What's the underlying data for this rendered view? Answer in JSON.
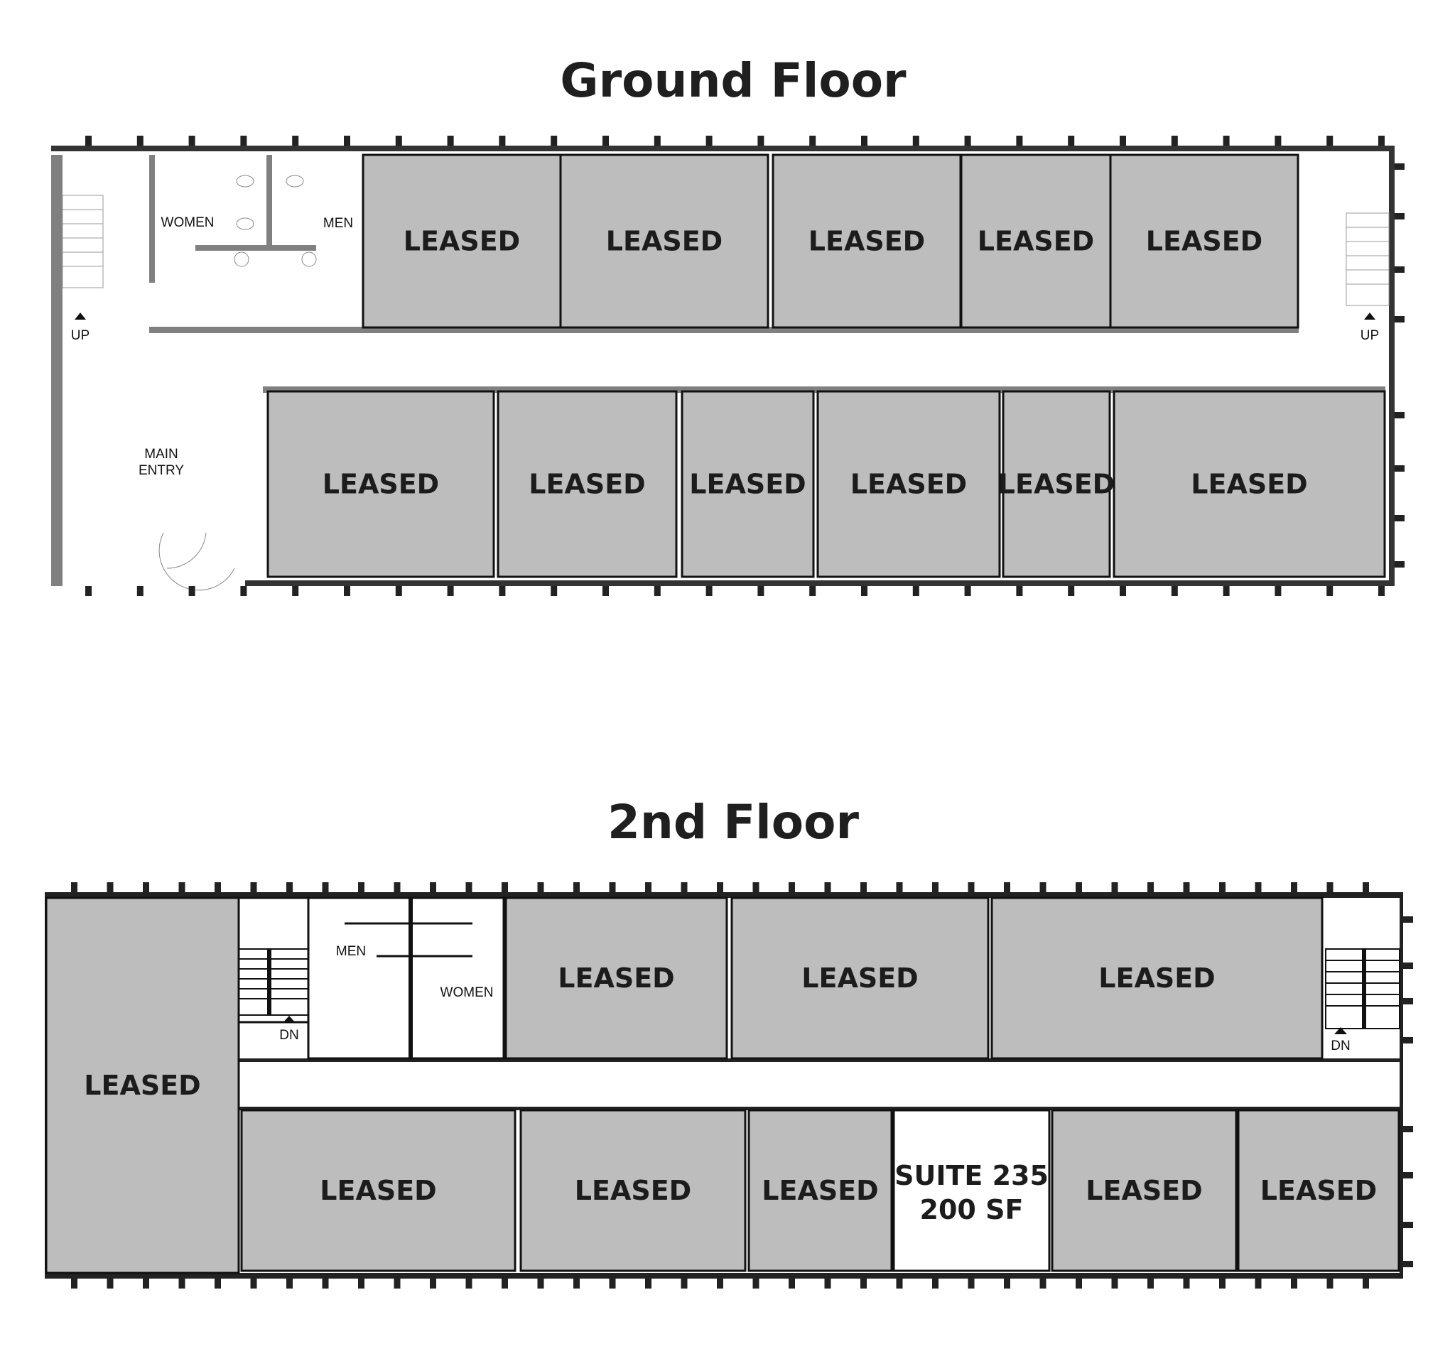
{
  "ground_floor": {
    "title": "Ground Floor",
    "units": [
      {
        "label": "LEASED",
        "status": "leased"
      },
      {
        "label": "LEASED",
        "status": "leased"
      },
      {
        "label": "LEASED",
        "status": "leased"
      },
      {
        "label": "LEASED",
        "status": "leased"
      },
      {
        "label": "LEASED",
        "status": "leased"
      },
      {
        "label": "LEASED",
        "status": "leased"
      },
      {
        "label": "LEASED",
        "status": "leased"
      },
      {
        "label": "LEASED",
        "status": "leased"
      },
      {
        "label": "LEASED",
        "status": "leased"
      },
      {
        "label": "LEASED",
        "status": "leased"
      },
      {
        "label": "LEASED",
        "status": "leased"
      }
    ],
    "rooms": {
      "women": "WOMEN",
      "men": "MEN",
      "stair_left": "UP",
      "stair_right": "UP",
      "main_entry_line1": "MAIN",
      "main_entry_line2": "ENTRY"
    }
  },
  "second_floor": {
    "title": "2nd Floor",
    "units": [
      {
        "label": "LEASED",
        "status": "leased"
      },
      {
        "label": "LEASED",
        "status": "leased"
      },
      {
        "label": "LEASED",
        "status": "leased"
      },
      {
        "label": "LEASED",
        "status": "leased"
      },
      {
        "label": "LEASED",
        "status": "leased"
      },
      {
        "label": "LEASED",
        "status": "leased"
      },
      {
        "label": "LEASED",
        "status": "leased"
      },
      {
        "label": "SUITE 235",
        "sub": "200 SF",
        "status": "available"
      },
      {
        "label": "LEASED",
        "status": "leased"
      },
      {
        "label": "LEASED",
        "status": "leased"
      }
    ],
    "rooms": {
      "men": "MEN",
      "women": "WOMEN",
      "stair_left": "DN",
      "stair_right": "DN"
    }
  },
  "colors": {
    "leased": "#bdbdbd",
    "available": "#ffffff",
    "wall": "#222222",
    "inner_wall": "#808080"
  }
}
